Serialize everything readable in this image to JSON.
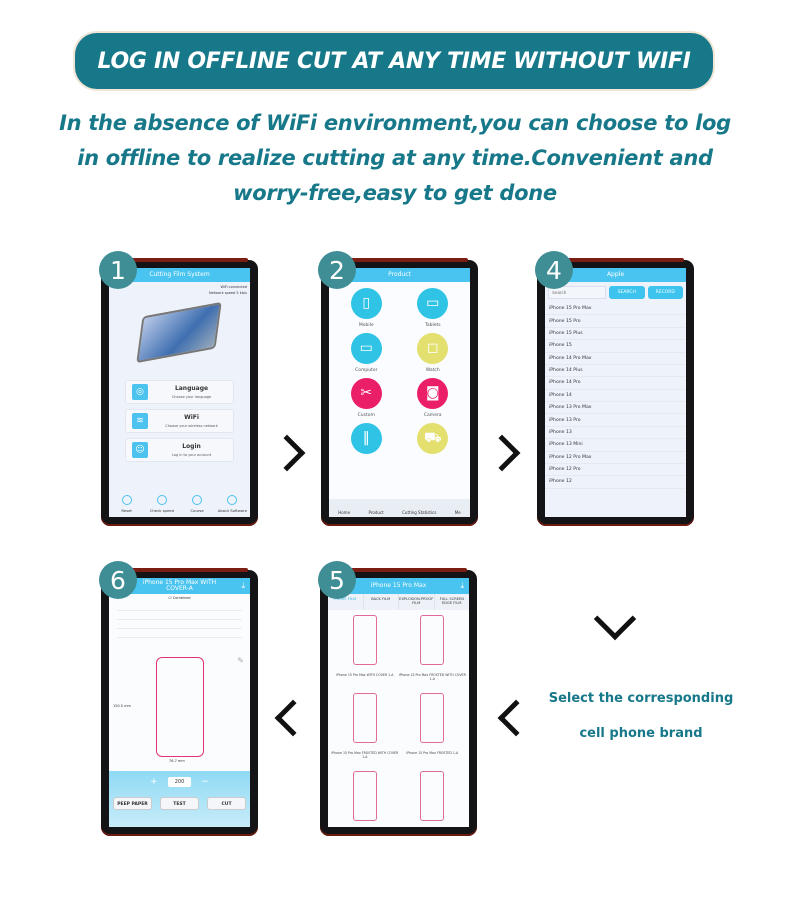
{
  "banner": {
    "title": "LOG IN OFFLINE CUT AT ANY TIME WITHOUT WIFI"
  },
  "subtitle": {
    "lines": [
      "In the absence of WiFi environment,you can choose to log",
      "in offline to realize cutting at any time.Convenient and",
      "worry-free,easy to get done"
    ]
  },
  "note": {
    "line1": "Select the corresponding",
    "line2": "cell phone brand"
  },
  "colors": {
    "accent": "#17788a",
    "badge": "#3f8e96",
    "screen_header": "#49c3ef"
  },
  "step1": {
    "badge": "1",
    "title": "Cutting Film System",
    "wifi_status": "WiFi connected",
    "network_speed": "Network speed 5 kb/s",
    "menu": [
      {
        "label": "Language",
        "sub": "Choose your language",
        "icon": "globe-icon"
      },
      {
        "label": "WiFi",
        "sub": "Choose your wireless network",
        "icon": "wifi-icon"
      },
      {
        "label": "Login",
        "sub": "Log in to your account",
        "icon": "user-icon"
      }
    ],
    "footer": [
      "Reset",
      "Check speed",
      "Course",
      "About Software"
    ]
  },
  "step2": {
    "badge": "2",
    "title": "Product",
    "categories": [
      {
        "label": "Mobile",
        "color": "#2fc3e6"
      },
      {
        "label": "Tablets",
        "color": "#2fc3e6"
      },
      {
        "label": "Computer",
        "color": "#2fc3e6"
      },
      {
        "label": "Watch",
        "color": "#e3e070"
      },
      {
        "label": "Custom",
        "color": "#ea1f68"
      },
      {
        "label": "Camera",
        "color": "#ea1f68"
      },
      {
        "label": "",
        "color": "#2fc3e6"
      },
      {
        "label": "",
        "color": "#e3e070"
      }
    ],
    "nav": [
      "Home",
      "Product",
      "Cutting Statistics",
      "Me"
    ]
  },
  "step4": {
    "badge": "4",
    "title": "Apple",
    "search_placeholder": "Search",
    "search_label": "SEARCH",
    "record_label": "RECORD",
    "models": [
      "iPhone 15 Pro Max",
      "iPhone 15 Pro",
      "iPhone 15 Plus",
      "iPhone 15",
      "iPhone 14 Pro Max",
      "iPhone 14 Plus",
      "iPhone 14 Pro",
      "iPhone 14",
      "iPhone 13 Pro Max",
      "iPhone 13 Pro",
      "iPhone 13",
      "iPhone 13 Mini",
      "iPhone 12 Pro Max",
      "iPhone 12 Pro",
      "iPhone 12"
    ]
  },
  "step5": {
    "badge": "5",
    "title": "iPhone 15 Pro Max",
    "tabs": [
      "FRONT FILM",
      "BACK FILM",
      "EXPLOSION-PROOF FILM",
      "FULL SCREEN EDGE FILM"
    ],
    "active_tab": 0,
    "films": [
      "iPhone 15 Pro Max WITH COVER 1-A",
      "iPhone 15 Pro Max FROSTED WITH COVER 1-A",
      "iPhone 15 Pro Max FROSTED WITH COVER 1-A",
      "iPhone 15 Pro Max FROSTED 1-A",
      "",
      ""
    ]
  },
  "step6": {
    "badge": "6",
    "title": "iPhone 15 Pro Max WITH COVER-A",
    "combined_label": "Combined",
    "height_label": "150.5 mm",
    "width_label": "76.7 mm",
    "pressure_value": "200",
    "plus": "+",
    "minus": "−",
    "peel_label": "PEEP PAPER",
    "test_label": "TEST",
    "cut_label": "CUT"
  }
}
